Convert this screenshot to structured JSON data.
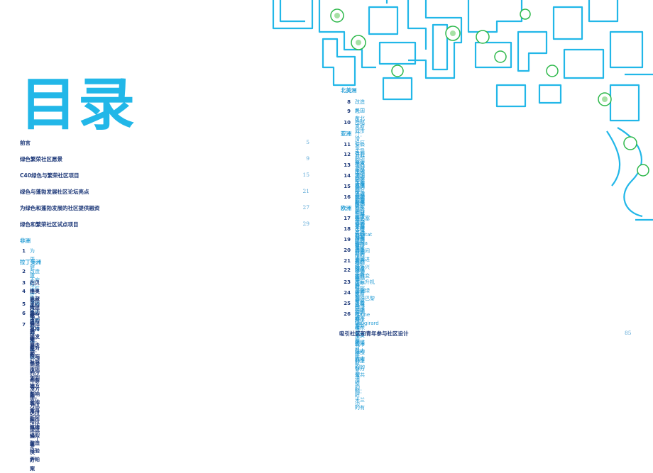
{
  "title": "目录",
  "main_entries": [
    {
      "label": "前言",
      "page": "5"
    },
    {
      "label": "绿色繁荣社区愿景",
      "page": "9"
    },
    {
      "label": "C40绿色与繁荣社区项目",
      "page": "15"
    },
    {
      "label": "绿色与蓬勃发展社区论坛亮点",
      "page": "21"
    },
    {
      "label": "为绿色和蓬勃发展的社区提供融资",
      "page": "27"
    },
    {
      "label": "绿色和繁荣社区试点项目",
      "page": "29"
    }
  ],
  "left_sections": [
    {
      "region": "非洲",
      "items": [
        {
          "num": "1",
          "text": "为更健康的达喀尔改造公共空间"
        }
      ]
    },
    {
      "region": "拉丁美洲",
      "items": [
        {
          "num": "2",
          "text": "改造不安活社区：波哥大的综合方法"
        },
        {
          "num": "3",
          "text": "在贝洛奥里藏特建设气候适应性：应对极端高温的冷却解决方案，为瓜达拉哈拉塑造一个多"
        },
        {
          "num": "4",
          "text": "中心大都会的未来"
        },
        {
          "num": "5",
          "text": "里约热内卢的可持续发展走廊：从城市规划到地方影响 圣地亚哥新阿拉梅达的改造经验 萨帕"
        },
        {
          "num": "6",
          "text": "彭巴圣保罗的社区主导型城市和气候解决方案"
        },
        {
          "num": "7",
          "text": ""
        }
      ]
    }
  ],
  "right_sections": [
    {
      "region": "北美洲",
      "items": [
        {
          "num": "8",
          "text": "改造美国东北奥斯汀：社区主导的规划行动 将多伦多的港口土地转变为可持续的滨水"
        },
        {
          "num": "9",
          "text": "社区"
        },
        {
          "num": "10",
          "text": "战略城市增长：盾菲华村庄规划项目的经验教训"
        }
      ]
    },
    {
      "region": "亚洲",
      "items": [
        {
          "num": "11",
          "text": "安公社区：成都低碳城市生活的典范"
        },
        {
          "num": "12",
          "text": "白鹿两未来公园社区：成都绿色创新和人工智能整合"
        },
        {
          "num": "13",
          "text": "青岛中德生态园：零碳社区创新模式"
        },
        {
          "num": "14",
          "text": "深圳大梅沙：创新社区垃圾管理与气候适应"
        },
        {
          "num": "15",
          "text": "小梅沙：在深圳打造一个具有韧性和蓬勃发展的海滨社区"
        },
        {
          "num": "16",
          "text": "北湖街：在武汉整合可持续性、社区和经济"
        }
      ]
    },
    {
      "region": "欧洲",
      "items": [
        {
          "num": "17",
          "text": "在巴塞罗那Trinitat Nova的中间空间进行复兴和转变"
        },
        {
          "num": "18",
          "text": "在布加勒斯特共同打造绿色空间迷宫，打造一个安全、社交和活跃的城市"
        },
        {
          "num": "19",
          "text": "在哥本哈根打造一个繁荣、包容和适应气候的社区"
        },
        {
          "num": "20",
          "text": "改造水道：伊斯坦布尔绿谷计划"
        },
        {
          "num": "21",
          "text": "振兴文化遗产：里斯本可持续城市更新创新构建以人为中心的公共空间：米兰的有"
        },
        {
          "num": "22",
          "text": "弹性社区"
        },
        {
          "num": "23",
          "text": "从庭升机场到绿洲：巴黎改造 Plaine Vaugirard"
        },
        {
          "num": "24",
          "text": "在罗马规划繁荣社区的亲近性"
        },
        {
          "num": "25",
          "text": "重新构想阿尔维尔卡：城市转型的整体方法"
        },
        {
          "num": "26",
          "text": "在华沙修合维斯瓦河的畔边"
        }
      ]
    }
  ],
  "footer": {
    "title": "吸引社区和青年参与社区设计",
    "page": "85"
  },
  "colors": {
    "accent_cyan": "#22b7e8",
    "navy": "#1f3a7a",
    "link_blue": "#2a9fd6",
    "tree_green": "#5cc85a"
  }
}
